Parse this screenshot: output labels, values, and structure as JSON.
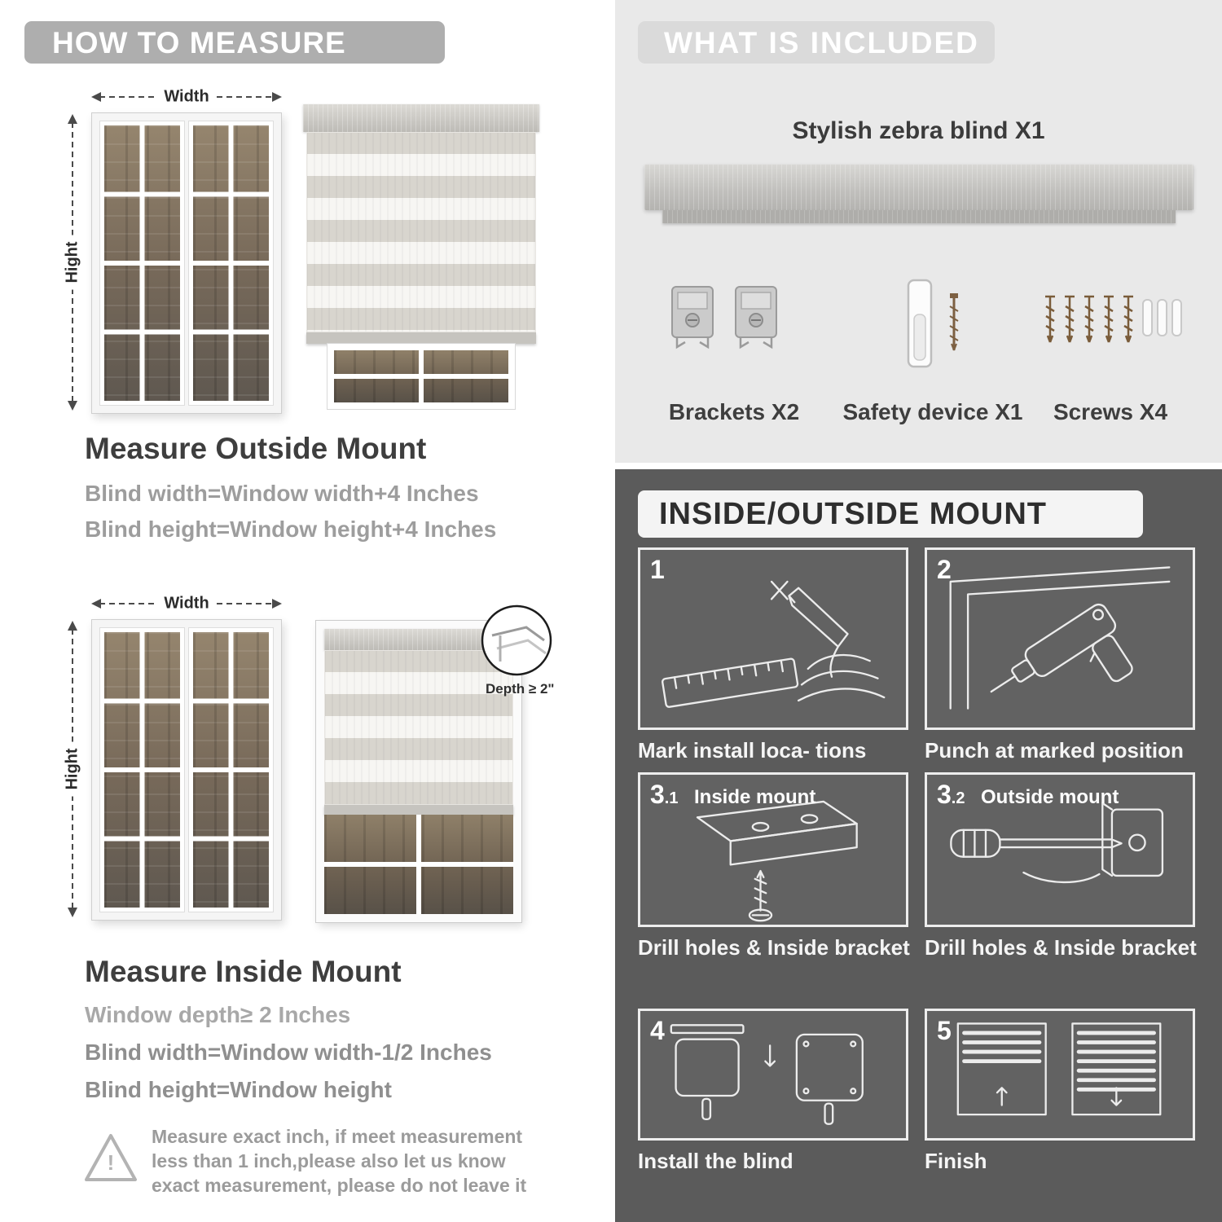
{
  "colors": {
    "left_header_pill": "#aeaeae",
    "included_bg": "#e9e9e9",
    "included_pill": "#dadada",
    "mount_bg": "#5b5b5b",
    "mount_pill": "#f4f4f4",
    "heading_text": "#3e3e3e",
    "muted_text": "#9d9d9d",
    "lineart": "#ececec"
  },
  "measure": {
    "header": "HOW TO MEASURE",
    "outside": {
      "width_label": "Width",
      "height_label": "Hight",
      "heading": "Measure Outside Mount",
      "lines": [
        "Blind width=Window width+4 Inches",
        "Blind height=Window height+4 Inches"
      ]
    },
    "inside": {
      "width_label": "Width",
      "height_label": "Hight",
      "depth_callout": "Depth ≥ 2\"",
      "heading": "Measure Inside Mount",
      "lines": [
        "Window depth≥ 2 Inches",
        "Blind width=Window width-1/2 Inches",
        "Blind height=Window height"
      ]
    },
    "warning": {
      "mark": "!",
      "text": "Measure exact inch, if meet measurement less than 1 inch,please also let us know exact measurement, please do not leave it"
    }
  },
  "included": {
    "header": "WHAT IS INCLUDED",
    "blind_label": "Stylish zebra blind X1",
    "items": [
      {
        "label": "Brackets X2"
      },
      {
        "label": "Safety device X1"
      },
      {
        "label": "Screws X4"
      }
    ]
  },
  "mount": {
    "header": "INSIDE/OUTSIDE MOUNT",
    "steps": [
      {
        "num": "1",
        "sub": "",
        "title": "",
        "caption": "Mark install loca- tions"
      },
      {
        "num": "2",
        "sub": "",
        "title": "",
        "caption": "Punch at  marked position"
      },
      {
        "num": "3",
        "sub": ".1",
        "title": "Inside mount",
        "caption": "Drill holes &  Inside bracket"
      },
      {
        "num": "3",
        "sub": ".2",
        "title": "Outside mount",
        "caption": "Drill holes &  Inside bracket"
      },
      {
        "num": "4",
        "sub": "",
        "title": "",
        "caption": "Install the blind"
      },
      {
        "num": "5",
        "sub": "",
        "title": "",
        "caption": "Finish"
      }
    ]
  }
}
